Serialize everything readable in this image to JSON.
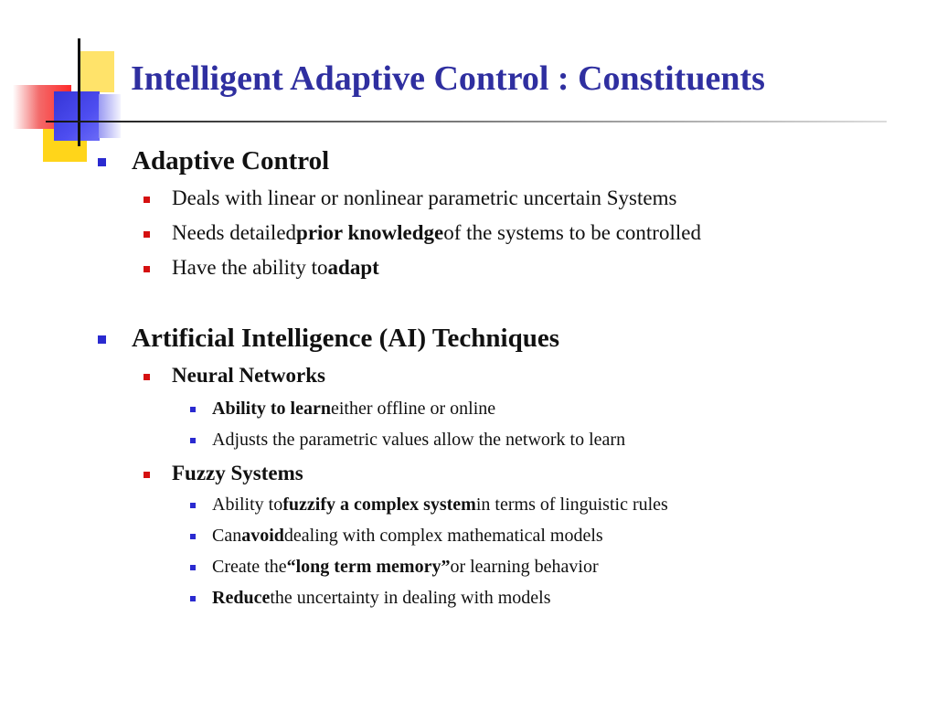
{
  "title": "Intelligent Adaptive Control : Constituents",
  "sections": [
    {
      "heading": "Adaptive Control",
      "bullets": [
        {
          "text": "Deals with linear or nonlinear parametric uncertain Systems"
        },
        {
          "pre": "Needs detailed ",
          "bold": "prior knowledge",
          "post": " of the systems to be controlled"
        },
        {
          "pre": "Have the ability to ",
          "bold": "adapt"
        }
      ]
    },
    {
      "heading": "Artificial Intelligence (AI) Techniques",
      "subsections": [
        {
          "heading": "Neural Networks",
          "bullets": [
            {
              "bold": "Ability to learn",
              "post": " either offline or online"
            },
            {
              "text": "Adjusts the parametric values allow the network to learn"
            }
          ]
        },
        {
          "heading": "Fuzzy Systems",
          "bullets": [
            {
              "pre": "Ability to ",
              "bold": "fuzzify a complex system",
              "post": " in terms of linguistic rules"
            },
            {
              "pre": "Can ",
              "bold": "avoid",
              "post": " dealing with complex mathematical models"
            },
            {
              "pre": "Create the ",
              "bold": "“long term memory”",
              "post": " or learning behavior"
            },
            {
              "bold": "Reduce",
              "post": " the uncertainty in dealing with models"
            }
          ]
        }
      ]
    }
  ]
}
